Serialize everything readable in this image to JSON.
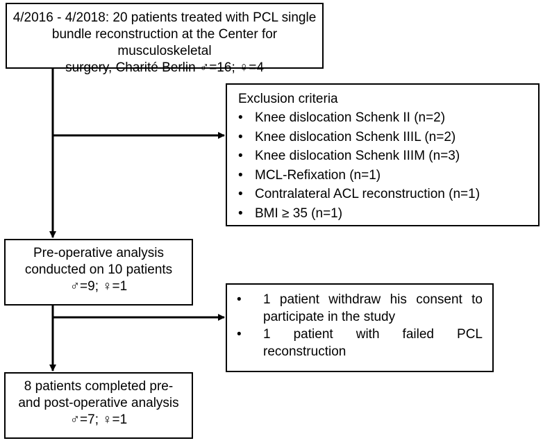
{
  "box1": {
    "lines": [
      "4/2016 - 4/2018: 20 patients treated with PCL single",
      "bundle reconstruction at the Center for musculoskeletal",
      "surgery, Charité Berlin ♂=16; ♀=4"
    ]
  },
  "exclusion": {
    "title": "Exclusion criteria",
    "items": [
      "Knee dislocation Schenk II (n=2)",
      "Knee dislocation Schenk IIIL (n=2)",
      "Knee dislocation Schenk IIIM (n=3)",
      "MCL-Refixation (n=1)",
      "Contralateral ACL reconstruction (n=1)",
      "BMI ≥ 35 (n=1)"
    ]
  },
  "box3": {
    "lines": [
      "Pre-operative analysis",
      "conducted on 10 patients",
      "♂=9; ♀=1"
    ]
  },
  "dropouts": {
    "items": [
      "1 patient withdraw his consent to participate in the study",
      "1 patient with failed PCL reconstruction"
    ]
  },
  "box5": {
    "lines": [
      "8 patients completed pre-",
      "and post-operative analysis",
      "♂=7; ♀=1"
    ]
  }
}
